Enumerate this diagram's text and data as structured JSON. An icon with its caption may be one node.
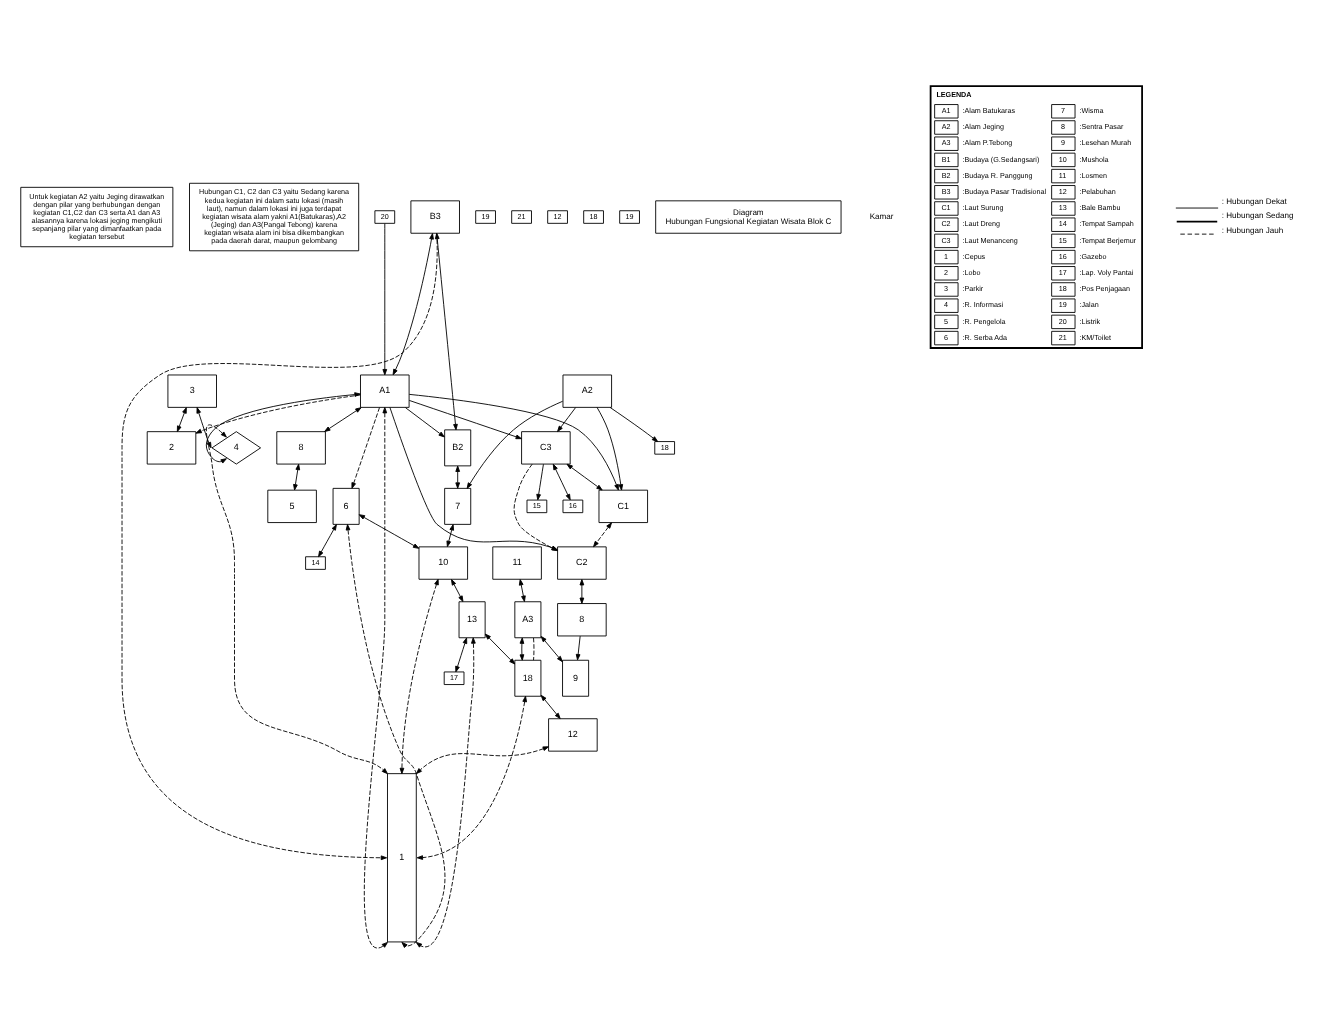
{
  "diagram": {
    "nodes": [
      {
        "text": [
          "Untuk kegiatan A2 yaitu Jeging dirawatkan dengan pilar yang berhubungan dengan kegiatan C1,C2 dan C3 serta A1 dan A3 alasannya karena lokasi jeging mengikuti sepanjang pilar yang dimanfaatkan pada kegiatan tersebut"
        ]
      },
      {
        "text": [
          "Hubungan C1, C2 dan C3 yaitu Sedang karena kedua kegiatan ini dalam satu lokasi (masih laut), namun dalam lokasi ini juga terdapat kegiatan wisata alam yakni A1(Batukaras),A2 (Jeging) dan A3(Pangal Tebong) karena kegiatan wisata alam ini bisa dikembangkan pada daerah darat, maupun gelombang"
        ]
      },
      {
        "text": [
          "1"
        ]
      },
      {
        "text": [
          "2"
        ]
      },
      {
        "text": [
          "B3"
        ]
      },
      {
        "text": [
          "A1"
        ]
      },
      {
        "text": [
          "8"
        ]
      },
      {
        "text": [
          "5"
        ]
      },
      {
        "text": [
          "3"
        ]
      },
      {
        "text": [
          "4"
        ]
      },
      {
        "text": [
          "B2"
        ]
      },
      {
        "text": [
          "20"
        ]
      },
      {
        "text": [
          "C3"
        ]
      },
      {
        "text": [
          "16"
        ]
      },
      {
        "text": [
          "14"
        ]
      },
      {
        "text": [
          "6"
        ]
      },
      {
        "text": [
          "7"
        ]
      },
      {
        "text": [
          "10"
        ]
      },
      {
        "text": [
          "15"
        ]
      },
      {
        "text": [
          "A2"
        ]
      },
      {
        "text": [
          "18"
        ]
      },
      {
        "text": [
          "19"
        ]
      },
      {
        "text": [
          "17"
        ]
      },
      {
        "text": [
          "11"
        ]
      },
      {
        "text": [
          "13"
        ]
      },
      {
        "text": [
          "C1"
        ]
      },
      {
        "text": [
          "A3"
        ]
      },
      {
        "text": [
          "21"
        ]
      },
      {
        "text": [
          "18"
        ]
      },
      {
        "text": [
          "C2"
        ]
      },
      {
        "text": [
          "12"
        ]
      },
      {
        "text": [
          "18"
        ]
      },
      {
        "text": [
          "19"
        ]
      },
      {
        "text": [
          "8"
        ]
      },
      {
        "text": [
          "9"
        ]
      },
      {
        "text": [
          "12"
        ]
      },
      {
        "text": [
          "Diagram",
          "Hubungan Fungsional Kegiatan Wisata Blok C"
        ]
      }
    ],
    "edges": [
      {
        "from": 4,
        "to": 5,
        "arrow": "both"
      },
      {
        "from": 4,
        "to": 10,
        "arrow": "both"
      },
      {
        "from": 5,
        "to": 6,
        "arrow": "both"
      },
      {
        "from": 6,
        "to": 7,
        "arrow": "both"
      },
      {
        "from": 8,
        "to": 3,
        "arrow": "both"
      },
      {
        "from": 8,
        "to": 9,
        "arrow": "both"
      },
      {
        "from": 5,
        "to": 9,
        "arrow": "both"
      },
      {
        "from": 5,
        "to": 10,
        "arrow": "to"
      },
      {
        "from": 11,
        "to": 5,
        "arrow": "to"
      },
      {
        "from": 5,
        "to": 12,
        "arrow": "to"
      },
      {
        "from": 5,
        "to": 25,
        "arrow": "to"
      },
      {
        "from": 5,
        "to": 29,
        "arrow": "to"
      },
      {
        "from": 10,
        "to": 16,
        "arrow": "both"
      },
      {
        "from": 12,
        "to": 13,
        "arrow": "both"
      },
      {
        "from": 12,
        "to": 25,
        "arrow": "both"
      },
      {
        "from": 12,
        "to": 18,
        "arrow": "to"
      },
      {
        "from": 19,
        "to": 12,
        "arrow": "to"
      },
      {
        "from": 19,
        "to": 16,
        "arrow": "to"
      },
      {
        "from": 19,
        "to": 25,
        "arrow": "to"
      },
      {
        "from": 19,
        "to": 20,
        "arrow": "to"
      },
      {
        "from": 16,
        "to": 17,
        "arrow": "both"
      },
      {
        "from": 15,
        "to": 14,
        "arrow": "both"
      },
      {
        "from": 15,
        "to": 17,
        "arrow": "both"
      },
      {
        "from": 17,
        "to": 24,
        "arrow": "both"
      },
      {
        "from": 24,
        "to": 22,
        "arrow": "both"
      },
      {
        "from": 24,
        "to": 28,
        "arrow": "both"
      },
      {
        "from": 23,
        "to": 26,
        "arrow": "both"
      },
      {
        "from": 26,
        "to": 28,
        "arrow": "both"
      },
      {
        "from": 26,
        "to": 34,
        "arrow": "both"
      },
      {
        "from": 28,
        "to": 35,
        "arrow": "both"
      },
      {
        "from": 29,
        "to": 33,
        "arrow": "both"
      },
      {
        "from": 33,
        "to": 34,
        "arrow": "to"
      },
      {
        "from": 25,
        "to": 29,
        "arrow": "both",
        "style": "dashed"
      },
      {
        "from": 12,
        "to": 29,
        "arrow": "to",
        "style": "dashed"
      },
      {
        "from": 4,
        "to": 2,
        "arrow": "to",
        "style": "dashed"
      },
      {
        "from": 5,
        "to": 3,
        "arrow": "to",
        "style": "dashed"
      },
      {
        "from": 5,
        "to": 2,
        "arrow": "both",
        "style": "dashed"
      },
      {
        "from": 9,
        "to": 2,
        "arrow": "both",
        "style": "dashed"
      },
      {
        "from": 15,
        "to": 2,
        "arrow": "both",
        "style": "dashed"
      },
      {
        "from": 17,
        "to": 2,
        "arrow": "both",
        "style": "dashed"
      },
      {
        "from": 24,
        "to": 2,
        "arrow": "both",
        "style": "dashed"
      },
      {
        "from": 28,
        "to": 2,
        "arrow": "both",
        "style": "dashed"
      },
      {
        "from": 35,
        "to": 2,
        "arrow": "both",
        "style": "dashed"
      },
      {
        "from": 26,
        "to": 28,
        "arrow": "none",
        "style": "dashed"
      },
      {
        "from": 5,
        "to": 15,
        "arrow": "to",
        "style": "dashed"
      }
    ],
    "labels": [
      "Kamar",
      "LEGENDA",
      "A1",
      ":Alam Batukaras",
      "7",
      ":Wisma",
      "A2",
      ":Alam Jeging",
      "8",
      ":Sentra Pasar",
      "A3",
      ":Alam P.Tebong",
      "9",
      ":Lesehan Murah",
      "B1",
      ":Budaya (G.Sedangsari)",
      "10",
      ":Mushola",
      "B2",
      ":Budaya R. Panggung",
      "11",
      ":Losmen",
      "B3",
      ":Budaya Pasar Tradisional",
      "12",
      ":Pelabuhan",
      "C1",
      ":Laut Surung",
      "13",
      ":Bale Bambu",
      "C2",
      ":Laut Dreng",
      "14",
      ":Tempat Sampah",
      "C3",
      ":Laut Menanceng",
      "15",
      ":Tempat Berjemur",
      "1",
      ":Cepus",
      "16",
      ":Gazebo",
      "2",
      ":Lobo",
      "17",
      ":Lap. Voly Pantai",
      "3",
      ":Parkir",
      "18",
      ":Pos Penjagaan",
      "4",
      ":R. Informasi",
      "19",
      ":Jalan",
      "5",
      ":R. Pengelola",
      "20",
      ":Listrik",
      "6",
      ":R. Serba Ada",
      "21",
      ":KM/Toilet"
    ],
    "legend": [
      {
        "text": ": Hubungan Dekat"
      },
      {
        "text": ": Hubungan Sedang"
      },
      {
        "text": ": Hubungan Jauh"
      }
    ]
  }
}
